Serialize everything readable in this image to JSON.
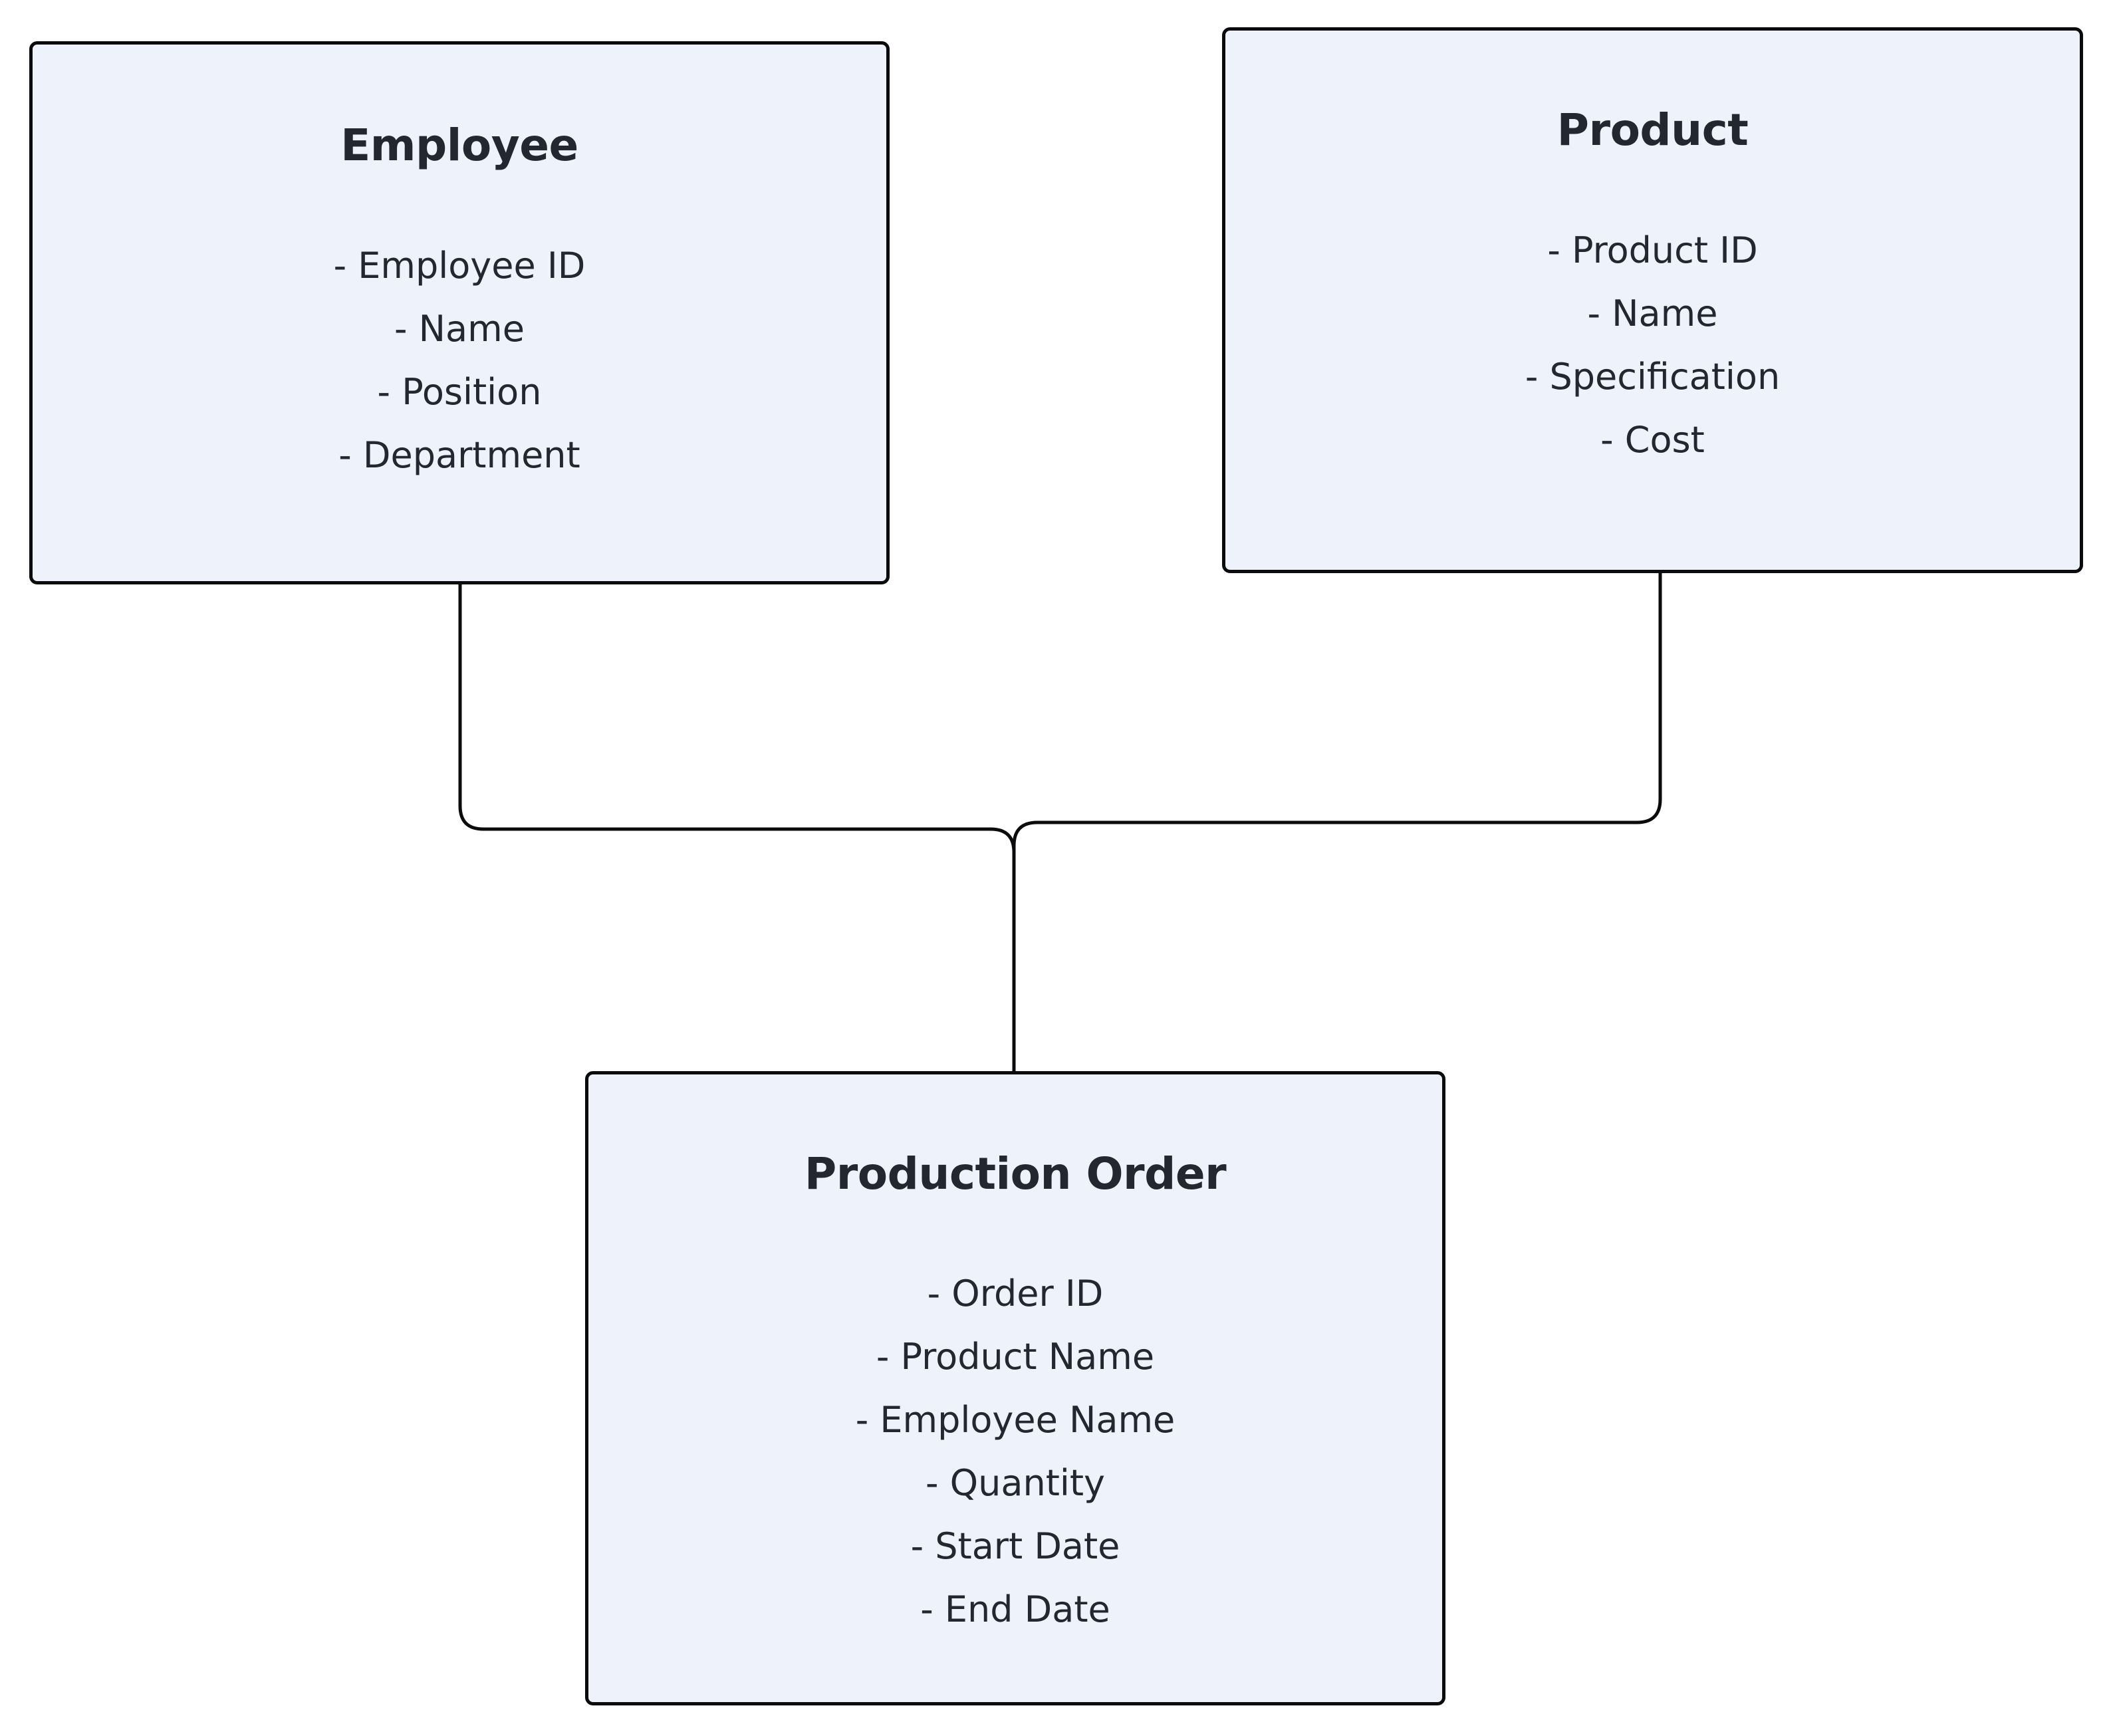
{
  "diagram": {
    "type": "entity-relationship-diagram",
    "background_color": "#ffffff",
    "node_fill_color": "#edf2fb",
    "node_border_color": "#0b0b0d",
    "text_color": "#232730",
    "edge_color": "#0b0b0d"
  },
  "entities": [
    {
      "id": "employee",
      "title": "Employee",
      "attributes": [
        "- Employee ID",
        "- Name",
        "- Position",
        "- Department"
      ]
    },
    {
      "id": "product",
      "title": "Product",
      "attributes": [
        "- Product ID",
        "- Name",
        "- Specification",
        "- Cost"
      ]
    },
    {
      "id": "production-order",
      "title": "Production Order",
      "attributes": [
        "- Order ID",
        "- Product Name",
        "- Employee Name",
        "- Quantity",
        "- Start Date",
        "- End Date"
      ]
    }
  ],
  "edges": [
    {
      "id": "employee-to-production-order",
      "from": "employee",
      "to": "production-order"
    },
    {
      "id": "product-to-production-order",
      "from": "product",
      "to": "production-order"
    }
  ]
}
